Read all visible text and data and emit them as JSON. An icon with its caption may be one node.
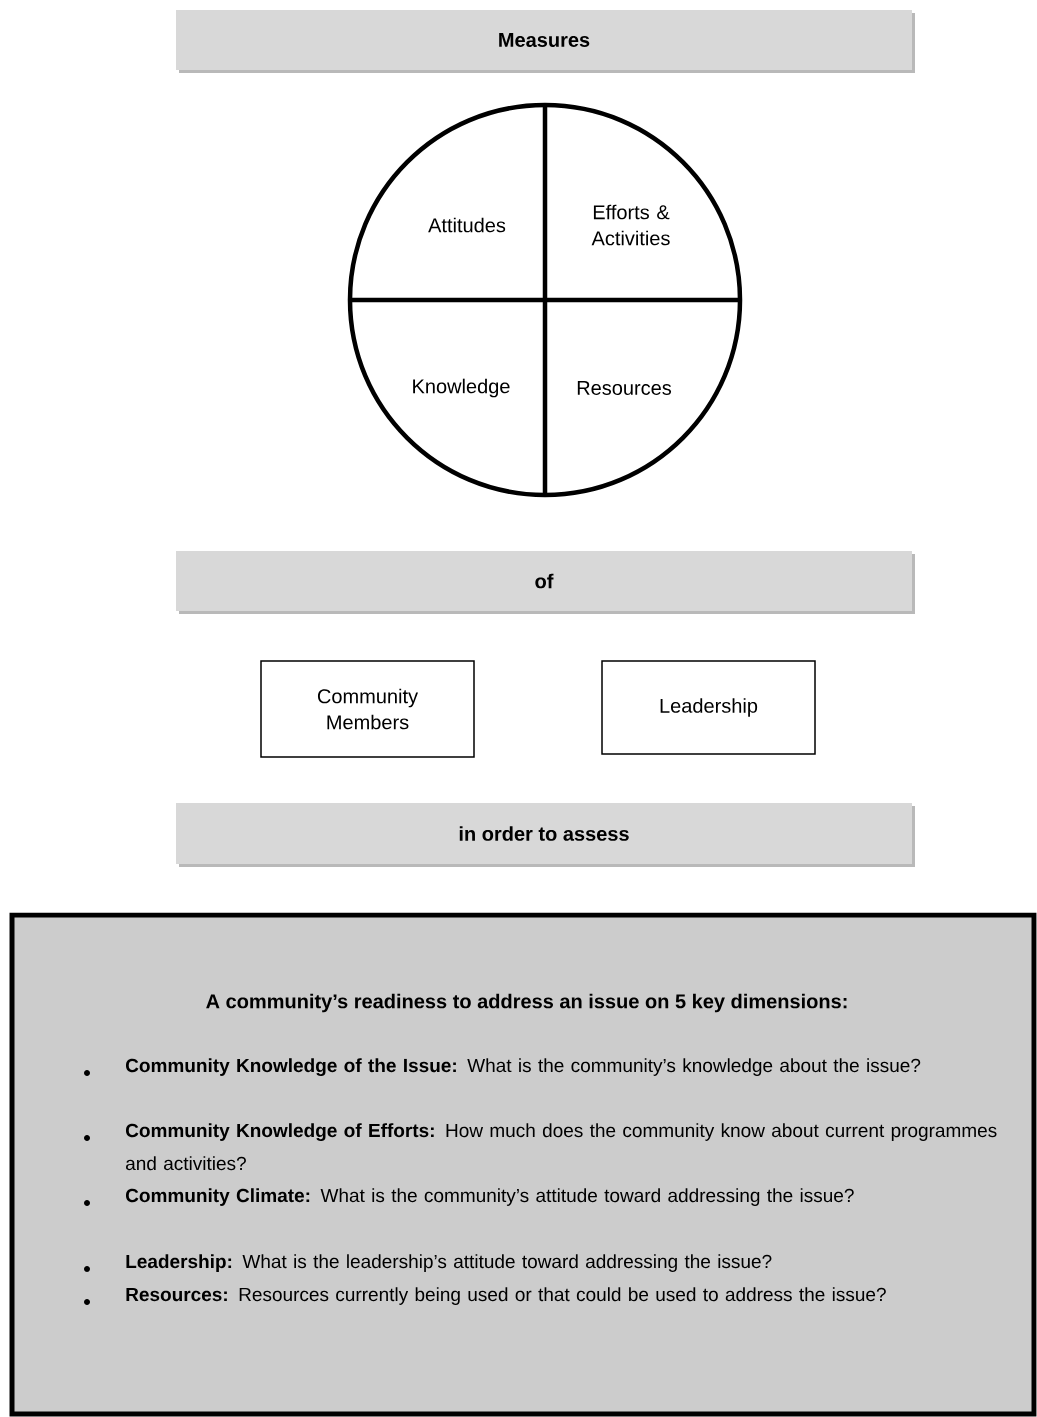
{
  "diagram": {
    "nodes": [
      {
        "text": [
          "Measures"
        ]
      },
      {
        "text": [],
        "shape": "circle"
      },
      {
        "text": [
          "Attitudes"
        ],
        "in": 1
      },
      {
        "text": [
          "Efforts & Activities"
        ],
        "in": 1
      },
      {
        "text": [
          "Knowledge"
        ],
        "in": 1
      },
      {
        "text": [
          "Resources"
        ],
        "in": 1
      },
      {
        "text": [
          "of"
        ]
      },
      {
        "text": [
          "Community Members"
        ]
      },
      {
        "text": [
          "Leadership"
        ]
      },
      {
        "text": [
          "in order to assess"
        ]
      },
      {
        "text": [
          "A community’s readiness to address an issue on 5 key dimensions:",
          "**Community Knowledge of the Issue:** What is the community’s knowledge about the issue?",
          "**Community Knowledge of Efforts:** How much does the community know about current programmes and activities?",
          "**Community Climate:** What is the community’s attitude toward addressing the issue?",
          "**Leadership:** What is the leadership’s attitude toward addressing the issue?",
          "**Resources:** Resources currently being used or that could be used to address the issue?"
        ]
      }
    ]
  }
}
